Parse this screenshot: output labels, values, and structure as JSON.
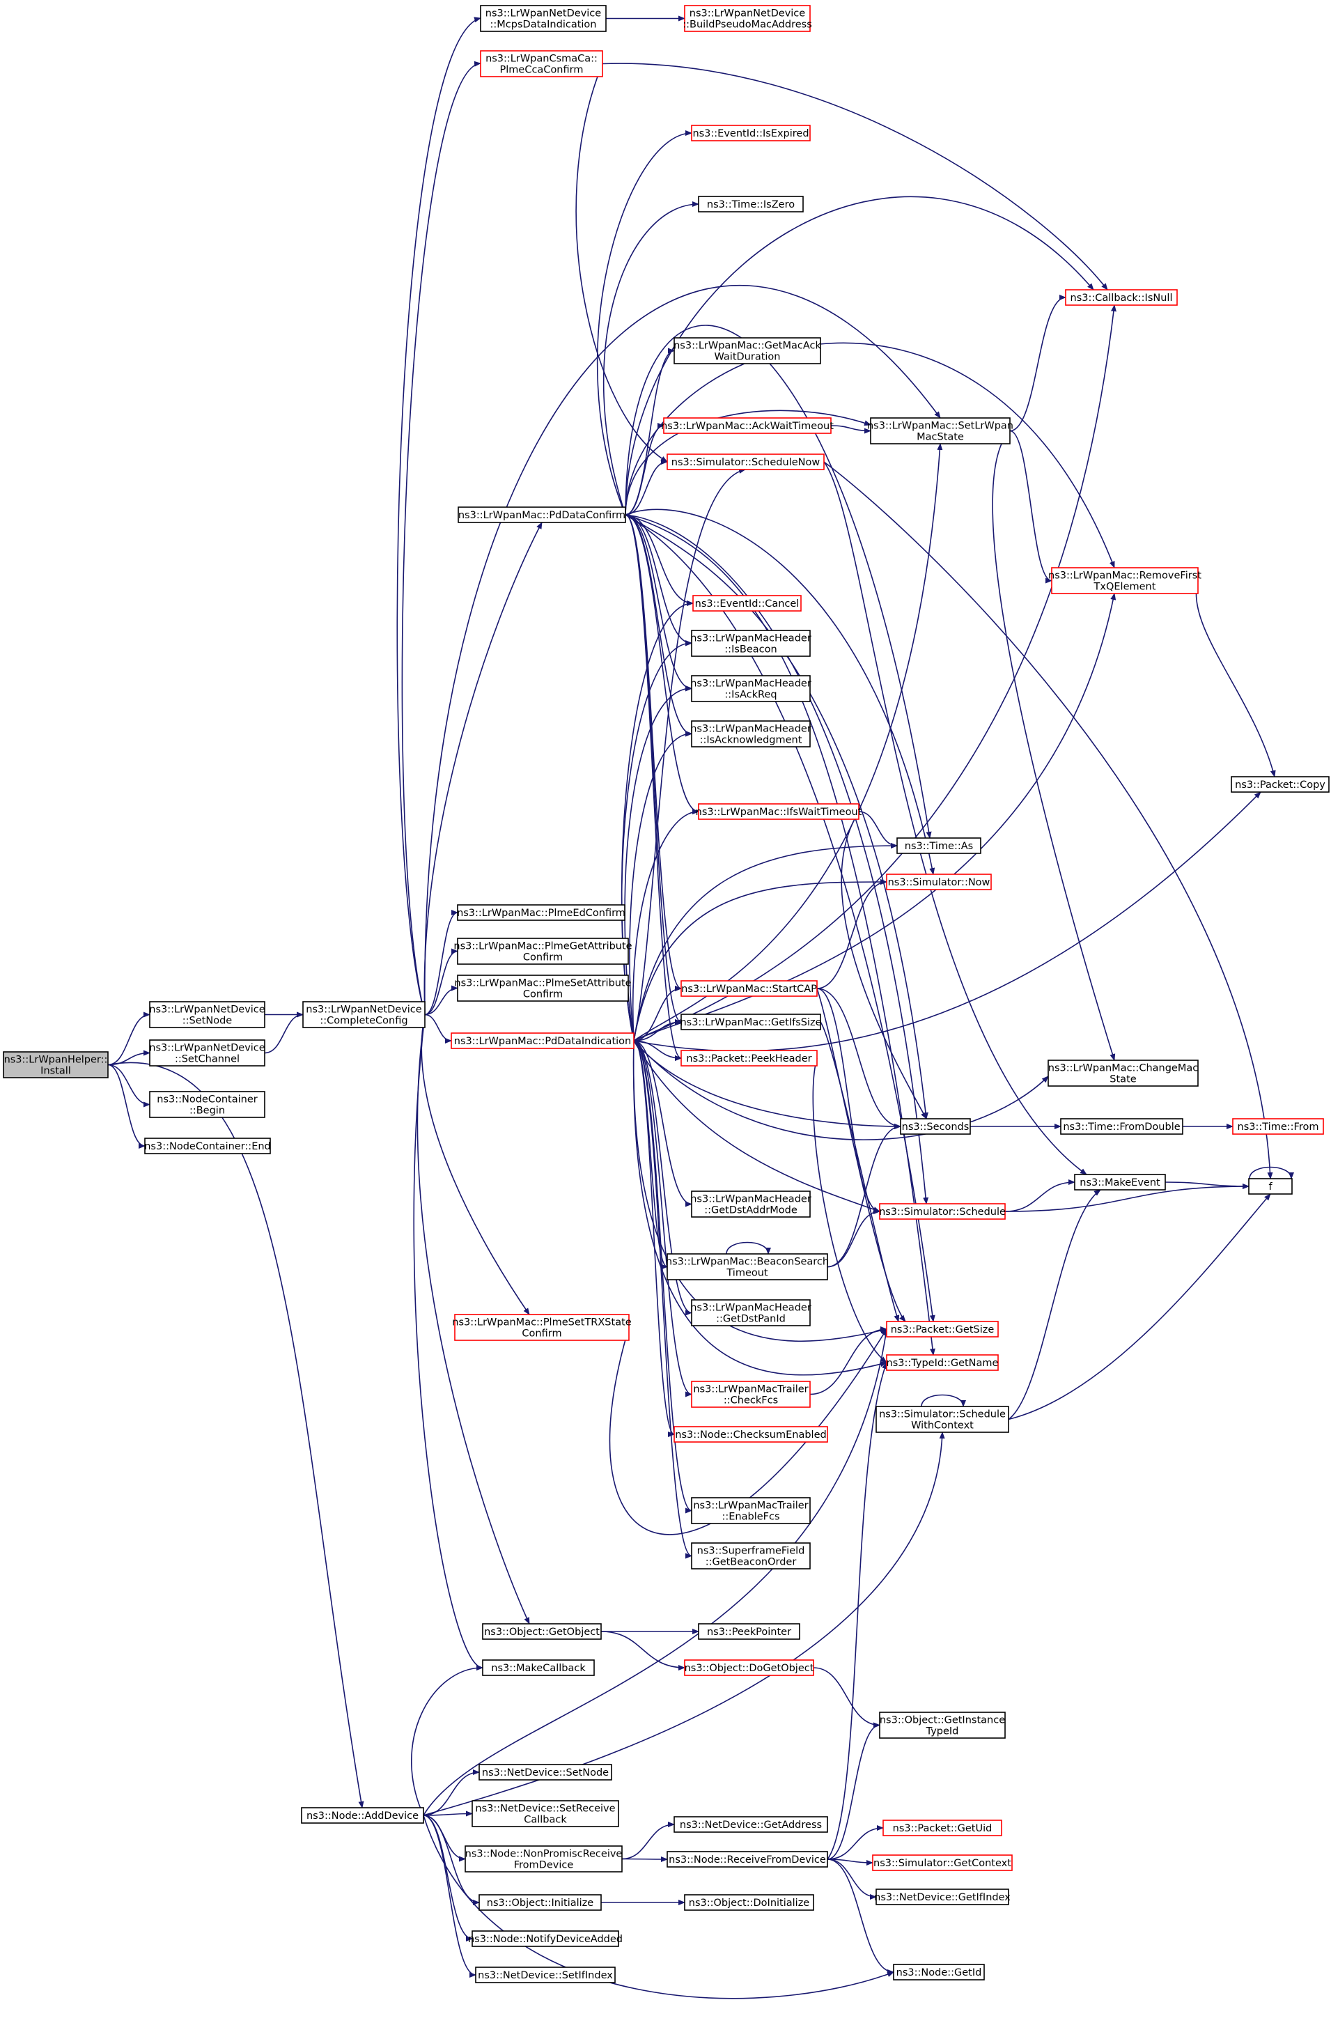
{
  "colors": {
    "edge": "#191970",
    "box_black": "#000000",
    "box_red": "#ff0000",
    "highlight_fill": "#bfbfbf"
  },
  "nodes": {
    "install": [
      "ns3::LrWpanHelper::",
      "Install"
    ],
    "setnode_dev": [
      "ns3::LrWpanNetDevice",
      "::SetNode"
    ],
    "setchannel": [
      "ns3::LrWpanNetDevice",
      "::SetChannel"
    ],
    "nc_begin": [
      "ns3::NodeContainer",
      "::Begin"
    ],
    "nc_end": [
      "ns3::NodeContainer::End"
    ],
    "completeconfig": [
      "ns3::LrWpanNetDevice",
      "::CompleteConfig"
    ],
    "mcpsdataind": [
      "ns3::LrWpanNetDevice",
      "::McpsDataIndication"
    ],
    "buildpseudo": [
      "ns3::LrWpanNetDevice",
      "::BuildPseudoMacAddress"
    ],
    "plmeccaconfirm": [
      "ns3::LrWpanCsmaCa::",
      "PlmeCcaConfirm"
    ],
    "eventid_isexpired": [
      "ns3::EventId::IsExpired"
    ],
    "time_iszero": [
      "ns3::Time::IsZero"
    ],
    "callback_isnull": [
      "ns3::Callback::IsNull"
    ],
    "getmacack": [
      "ns3::LrWpanMac::GetMacAck",
      "WaitDuration"
    ],
    "ackwaittimeout": [
      "ns3::LrWpanMac::AckWaitTimeout"
    ],
    "setlrwpanmacstate": [
      "ns3::LrWpanMac::SetLrWpan",
      "MacState"
    ],
    "schedulenow": [
      "ns3::Simulator::ScheduleNow"
    ],
    "pddataconfirm": [
      "ns3::LrWpanMac::PdDataConfirm"
    ],
    "removefirst": [
      "ns3::LrWpanMac::RemoveFirst",
      "TxQElement"
    ],
    "eventid_cancel": [
      "ns3::EventId::Cancel"
    ],
    "isbeacon": [
      "ns3::LrWpanMacHeader",
      "::IsBeacon"
    ],
    "isackreq": [
      "ns3::LrWpanMacHeader",
      "::IsAckReq"
    ],
    "isacknowledgment": [
      "ns3::LrWpanMacHeader",
      "::IsAcknowledgment"
    ],
    "packet_copy": [
      "ns3::Packet::Copy"
    ],
    "ifswaittimeout": [
      "ns3::LrWpanMac::IfsWaitTimeout"
    ],
    "time_as": [
      "ns3::Time::As"
    ],
    "simulator_now": [
      "ns3::Simulator::Now"
    ],
    "plmeedconfirm": [
      "ns3::LrWpanMac::PlmeEdConfirm"
    ],
    "plmegetattr": [
      "ns3::LrWpanMac::PlmeGetAttribute",
      "Confirm"
    ],
    "plmesetattr": [
      "ns3::LrWpanMac::PlmeSetAttribute",
      "Confirm"
    ],
    "startcap": [
      "ns3::LrWpanMac::StartCAP"
    ],
    "getifssize": [
      "ns3::LrWpanMac::GetIfsSize"
    ],
    "pddataind": [
      "ns3::LrWpanMac::PdDataIndication"
    ],
    "peekheader": [
      "ns3::Packet::PeekHeader"
    ],
    "changemacstate": [
      "ns3::LrWpanMac::ChangeMac",
      "State"
    ],
    "seconds": [
      "ns3::Seconds"
    ],
    "fromdouble": [
      "ns3::Time::FromDouble"
    ],
    "time_from": [
      "ns3::Time::From"
    ],
    "makeevent": [
      "ns3::MakeEvent"
    ],
    "f": [
      "f"
    ],
    "getdstaddrmode": [
      "ns3::LrWpanMacHeader",
      "::GetDstAddrMode"
    ],
    "sim_schedule": [
      "ns3::Simulator::Schedule"
    ],
    "beaconsearch": [
      "ns3::LrWpanMac::BeaconSearch",
      "Timeout"
    ],
    "getdstpanid": [
      "ns3::LrWpanMacHeader",
      "::GetDstPanId"
    ],
    "plmesettrx": [
      "ns3::LrWpanMac::PlmeSetTRXState",
      "Confirm"
    ],
    "packet_getsize": [
      "ns3::Packet::GetSize"
    ],
    "typeid_getname": [
      "ns3::TypeId::GetName"
    ],
    "checkfcs": [
      "ns3::LrWpanMacTrailer",
      "::CheckFcs"
    ],
    "schedulewithctx": [
      "ns3::Simulator::Schedule",
      "WithContext"
    ],
    "checksumenabled": [
      "ns3::Node::ChecksumEnabled"
    ],
    "enablefcs": [
      "ns3::LrWpanMacTrailer",
      "::EnableFcs"
    ],
    "getbeaconorder": [
      "ns3::SuperframeField",
      "::GetBeaconOrder"
    ],
    "getobject": [
      "ns3::Object::GetObject"
    ],
    "peekpointer": [
      "ns3::PeekPointer"
    ],
    "makecallback": [
      "ns3::MakeCallback"
    ],
    "dogetobject": [
      "ns3::Object::DoGetObject"
    ],
    "getinstancetypeid": [
      "ns3::Object::GetInstance",
      "TypeId"
    ],
    "nd_setnode": [
      "ns3::NetDevice::SetNode"
    ],
    "nd_setreceivecb": [
      "ns3::NetDevice::SetReceive",
      "Callback"
    ],
    "adddevice": [
      "ns3::Node::AddDevice"
    ],
    "nd_getaddress": [
      "ns3::NetDevice::GetAddress"
    ],
    "packet_getuid": [
      "ns3::Packet::GetUid"
    ],
    "nonpromisc": [
      "ns3::Node::NonPromiscReceive",
      "FromDevice"
    ],
    "receivefromdevice": [
      "ns3::Node::ReceiveFromDevice"
    ],
    "sim_getcontext": [
      "ns3::Simulator::GetContext"
    ],
    "obj_initialize": [
      "ns3::Object::Initialize"
    ],
    "doinitialize": [
      "ns3::Object::DoInitialize"
    ],
    "getifindex": [
      "ns3::NetDevice::GetIfIndex"
    ],
    "notifydeviceadded": [
      "ns3::Node::NotifyDeviceAdded"
    ],
    "setifindex": [
      "ns3::NetDevice::SetIfIndex"
    ],
    "node_getid": [
      "ns3::Node::GetId"
    ]
  }
}
